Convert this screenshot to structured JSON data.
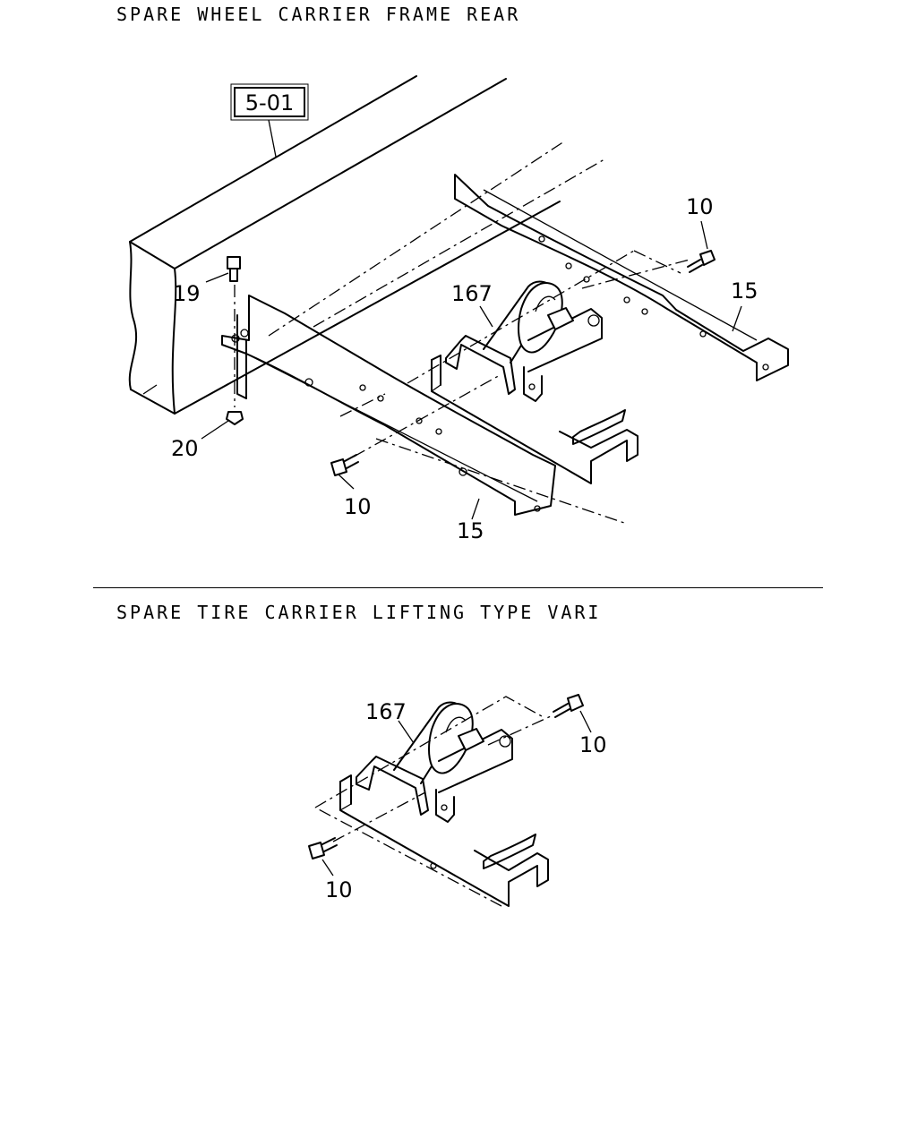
{
  "diagram": {
    "section_1": {
      "title": "SPARE WHEEL CARRIER FRAME REAR",
      "reference_box": "5-01",
      "callouts": {
        "c19": "19",
        "c20": "20",
        "c10_upper": "10",
        "c10_lower": "10",
        "c167": "167",
        "c15_right": "15",
        "c15_left": "15"
      }
    },
    "section_2": {
      "title": "SPARE TIRE CARRIER LIFTING TYPE VARI",
      "callouts": {
        "c167": "167",
        "c10_right": "10",
        "c10_left": "10"
      }
    }
  }
}
